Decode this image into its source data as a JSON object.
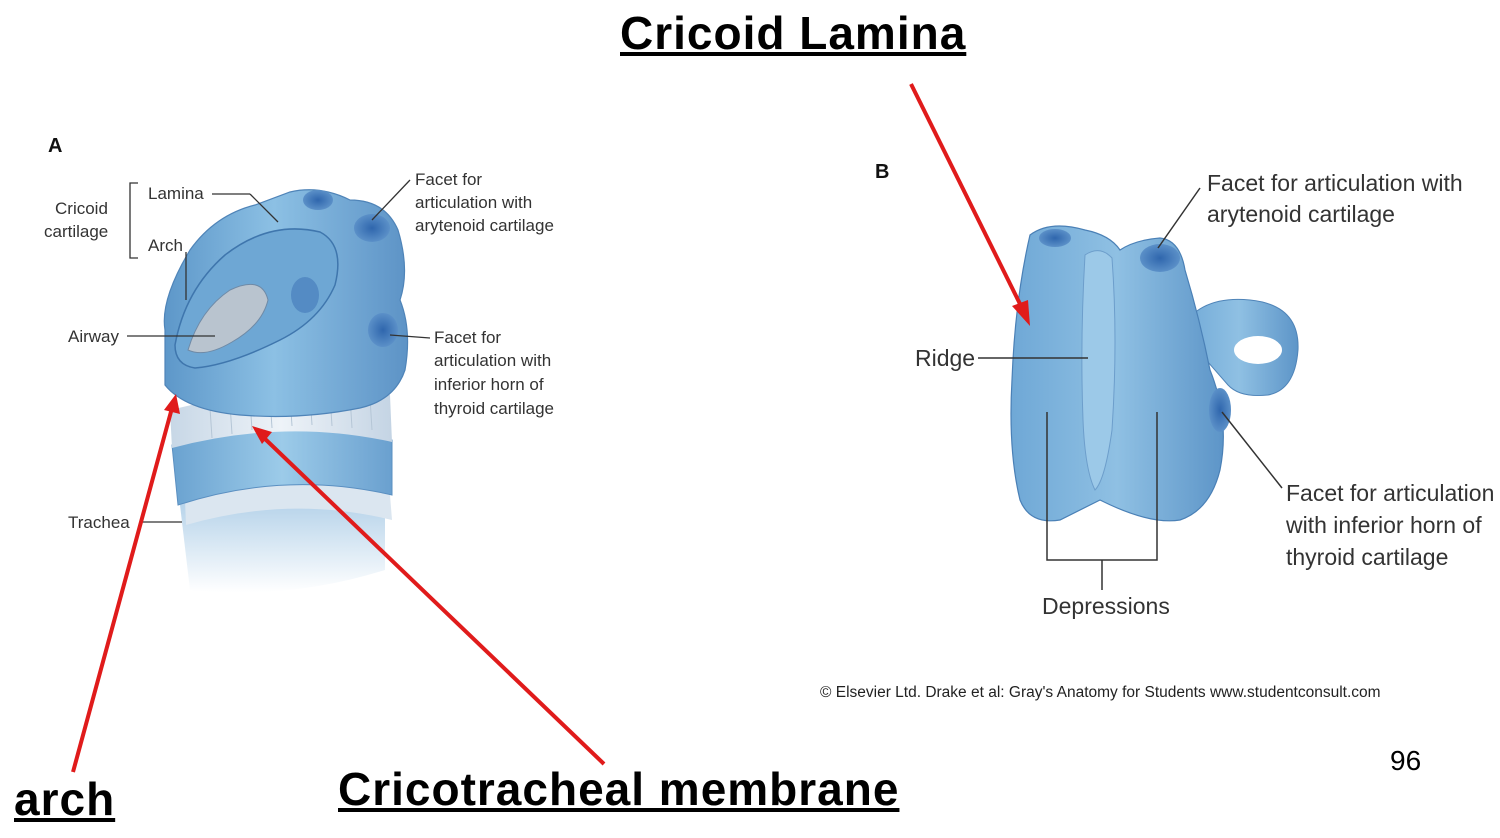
{
  "headings": {
    "cricoid_lamina": "Cricoid Lamina",
    "arch": "arch",
    "cricotracheal_membrane": "Cricotracheal membrane"
  },
  "slide_number": "96",
  "panel_a": {
    "letter": "A",
    "labels": {
      "cricoid_line1": "Cricoid",
      "cricoid_line2": "cartilage",
      "lamina": "Lamina",
      "arch": "Arch",
      "airway": "Airway",
      "trachea": "Trachea",
      "facet_arytenoid": [
        "Facet for",
        "articulation with",
        "arytenoid cartilage"
      ],
      "facet_thyroid": [
        "Facet for",
        "articulation with",
        "inferior horn of",
        "thyroid cartilage"
      ]
    }
  },
  "panel_b": {
    "letter": "B",
    "labels": {
      "facet_arytenoid": [
        "Facet for articulation with",
        "arytenoid cartilage"
      ],
      "ridge": "Ridge",
      "depressions": "Depressions",
      "facet_thyroid": [
        "Facet for articulation",
        "with inferior horn of",
        "thyroid cartilage"
      ]
    }
  },
  "credit": "© Elsevier Ltd. Drake et al: Gray's Anatomy for Students www.studentconsult.com",
  "colors": {
    "cartilage": "#7fb3da",
    "cartilage_dark": "#4f88bd",
    "facet": "#3f78b8",
    "arrow": "#e01b1b",
    "leader": "#333333"
  }
}
